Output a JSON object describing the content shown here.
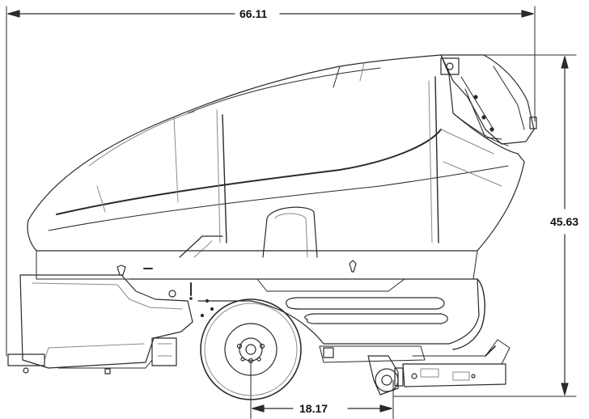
{
  "dimensions": {
    "overall_length": "66.11",
    "overall_height": "45.63",
    "wheel_offset": "18.17"
  },
  "colors": {
    "line": "#2a2a2a",
    "light_line": "#8a8a8a",
    "background": "#ffffff"
  }
}
